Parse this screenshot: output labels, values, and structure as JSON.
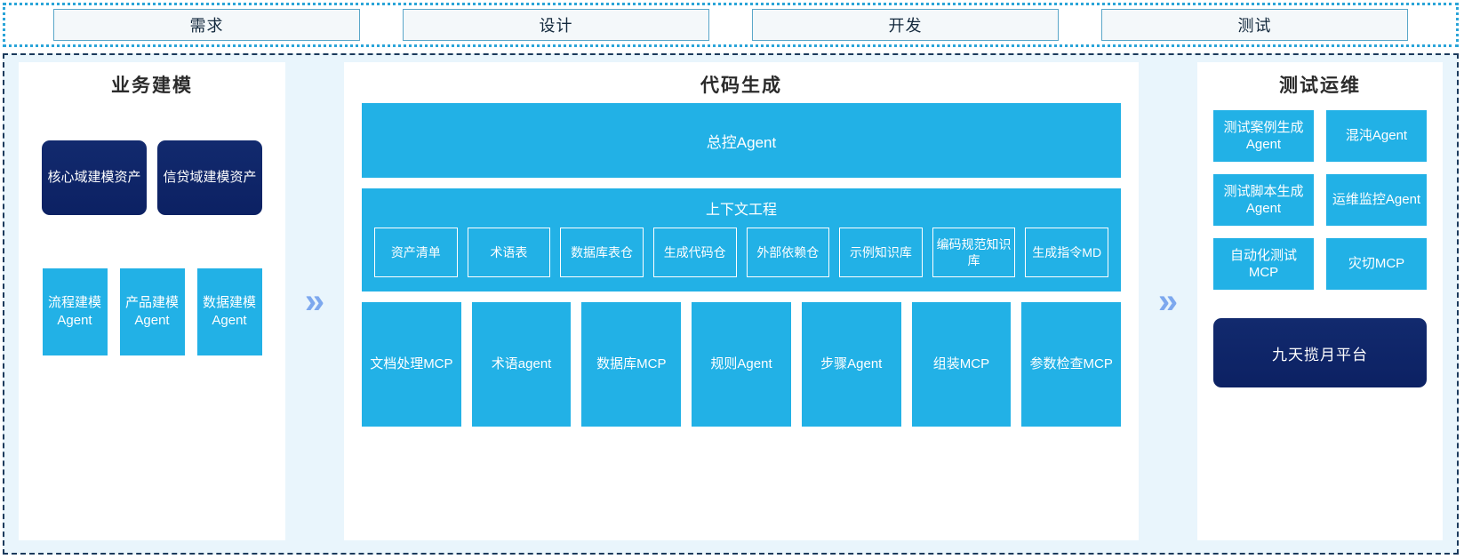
{
  "phases": [
    {
      "label": "需求"
    },
    {
      "label": "设计"
    },
    {
      "label": "开发"
    },
    {
      "label": "测试"
    }
  ],
  "connectors": {
    "left_to_center": "»",
    "center_to_right": "»"
  },
  "business_modeling": {
    "title": "业务建模",
    "assets": [
      {
        "label": "核心域建模资产"
      },
      {
        "label": "信贷域建模资产"
      }
    ],
    "agents": [
      {
        "label": "流程建模Agent"
      },
      {
        "label": "产品建模Agent"
      },
      {
        "label": "数据建模Agent"
      }
    ]
  },
  "code_generation": {
    "title": "代码生成",
    "master_agent": "总控Agent",
    "context_engineering": {
      "title": "上下文工程",
      "items": [
        {
          "label": "资产清单"
        },
        {
          "label": "术语表"
        },
        {
          "label": "数据库表仓"
        },
        {
          "label": "生成代码仓"
        },
        {
          "label": "外部依赖仓"
        },
        {
          "label": "示例知识库"
        },
        {
          "label": "编码规范知识库"
        },
        {
          "label": "生成指令MD"
        }
      ]
    },
    "tools": [
      {
        "label": "文档处理MCP"
      },
      {
        "label": "术语agent"
      },
      {
        "label": "数据库MCP"
      },
      {
        "label": "规则Agent"
      },
      {
        "label": "步骤Agent"
      },
      {
        "label": "组装MCP"
      },
      {
        "label": "参数检查MCP"
      }
    ]
  },
  "test_ops": {
    "title": "测试运维",
    "rows": [
      [
        {
          "label": "测试案例生成Agent"
        },
        {
          "label": "混沌Agent"
        }
      ],
      [
        {
          "label": "测试脚本生成Agent"
        },
        {
          "label": "运维监控Agent"
        }
      ],
      [
        {
          "label": "自动化测试MCP"
        },
        {
          "label": "灾切MCP"
        }
      ]
    ],
    "platform": "九天揽月平台"
  },
  "colors": {
    "accent_cyan": "#22b1e6",
    "navy": "#0d2a6b",
    "panel_bg": "#e9f5fc",
    "chevron": "#7da8ee",
    "phase_border": "#2aa4d8"
  }
}
